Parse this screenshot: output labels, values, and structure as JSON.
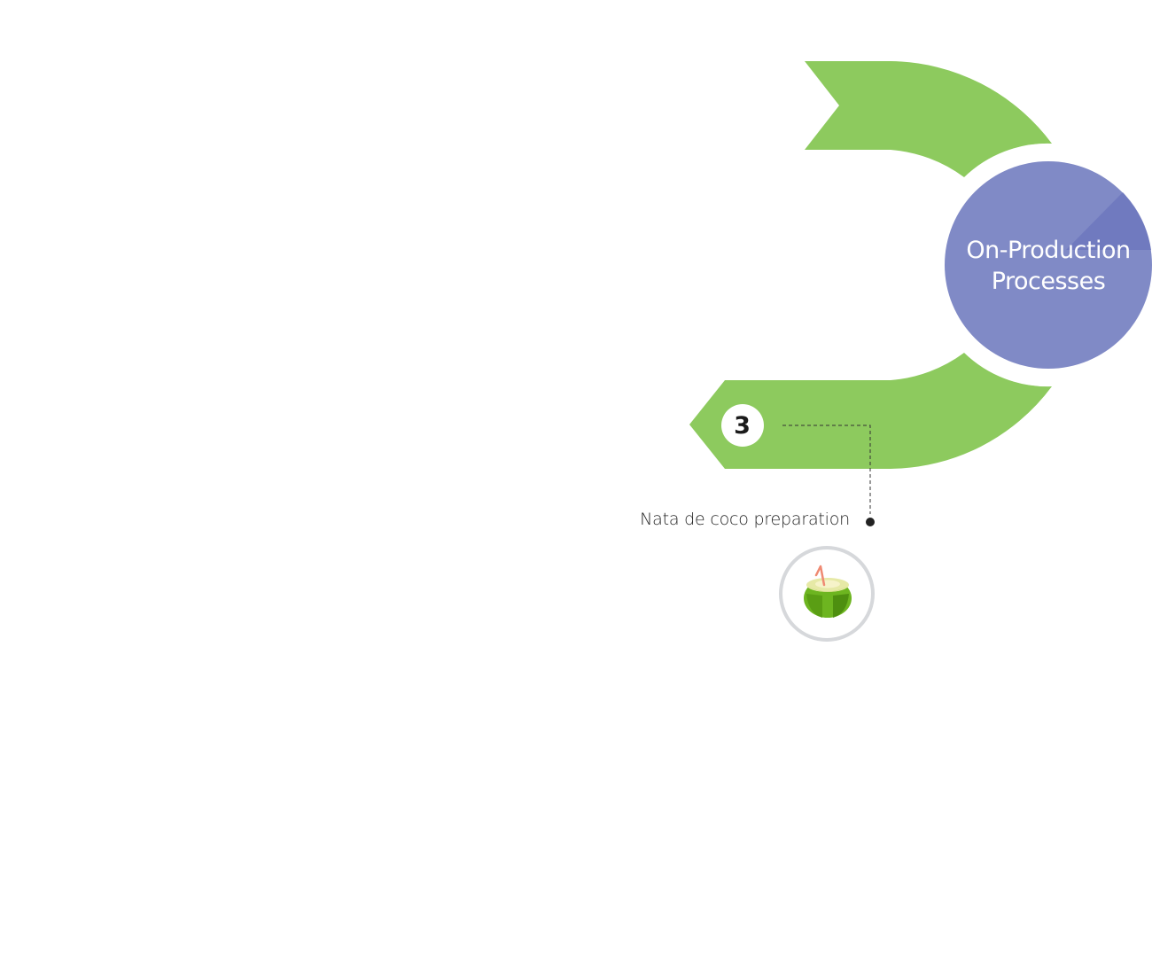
{
  "hub": {
    "line1": "On-Production",
    "line2": "Processes",
    "color": "#808ac6"
  },
  "step": {
    "number": "3",
    "label": "Nata de coco preparation",
    "icon": "coconut-icon"
  },
  "colors": {
    "arrow": "#8dca5e",
    "connector": "#333333",
    "icon_ring": "#d6d8db"
  }
}
